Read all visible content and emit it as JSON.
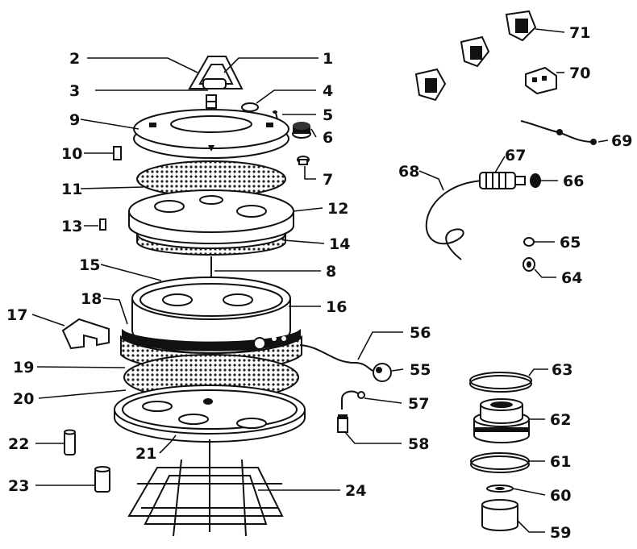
{
  "diagram": {
    "callouts": [
      {
        "id": "c1",
        "label": "1"
      },
      {
        "id": "c2",
        "label": "2"
      },
      {
        "id": "c3",
        "label": "3"
      },
      {
        "id": "c4",
        "label": "4"
      },
      {
        "id": "c5",
        "label": "5"
      },
      {
        "id": "c6",
        "label": "6"
      },
      {
        "id": "c7",
        "label": "7"
      },
      {
        "id": "c8",
        "label": "8"
      },
      {
        "id": "c9",
        "label": "9"
      },
      {
        "id": "c10",
        "label": "10"
      },
      {
        "id": "c11",
        "label": "11"
      },
      {
        "id": "c12",
        "label": "12"
      },
      {
        "id": "c13",
        "label": "13"
      },
      {
        "id": "c14",
        "label": "14"
      },
      {
        "id": "c15",
        "label": "15"
      },
      {
        "id": "c16",
        "label": "16"
      },
      {
        "id": "c17",
        "label": "17"
      },
      {
        "id": "c18",
        "label": "18"
      },
      {
        "id": "c19",
        "label": "19"
      },
      {
        "id": "c20",
        "label": "20"
      },
      {
        "id": "c21",
        "label": "21"
      },
      {
        "id": "c22",
        "label": "22"
      },
      {
        "id": "c23",
        "label": "23"
      },
      {
        "id": "c24",
        "label": "24"
      },
      {
        "id": "c55",
        "label": "55"
      },
      {
        "id": "c56",
        "label": "56"
      },
      {
        "id": "c57",
        "label": "57"
      },
      {
        "id": "c58",
        "label": "58"
      },
      {
        "id": "c59",
        "label": "59"
      },
      {
        "id": "c60",
        "label": "60"
      },
      {
        "id": "c61",
        "label": "61"
      },
      {
        "id": "c62",
        "label": "62"
      },
      {
        "id": "c63",
        "label": "63"
      },
      {
        "id": "c64",
        "label": "64"
      },
      {
        "id": "c65",
        "label": "65"
      },
      {
        "id": "c66",
        "label": "66"
      },
      {
        "id": "c67",
        "label": "67"
      },
      {
        "id": "c68",
        "label": "68"
      },
      {
        "id": "c69",
        "label": "69"
      },
      {
        "id": "c70",
        "label": "70"
      },
      {
        "id": "c71",
        "label": "71"
      }
    ],
    "colors": {
      "ink": "#111111",
      "paper": "#ffffff",
      "hatch": "#444444"
    }
  }
}
